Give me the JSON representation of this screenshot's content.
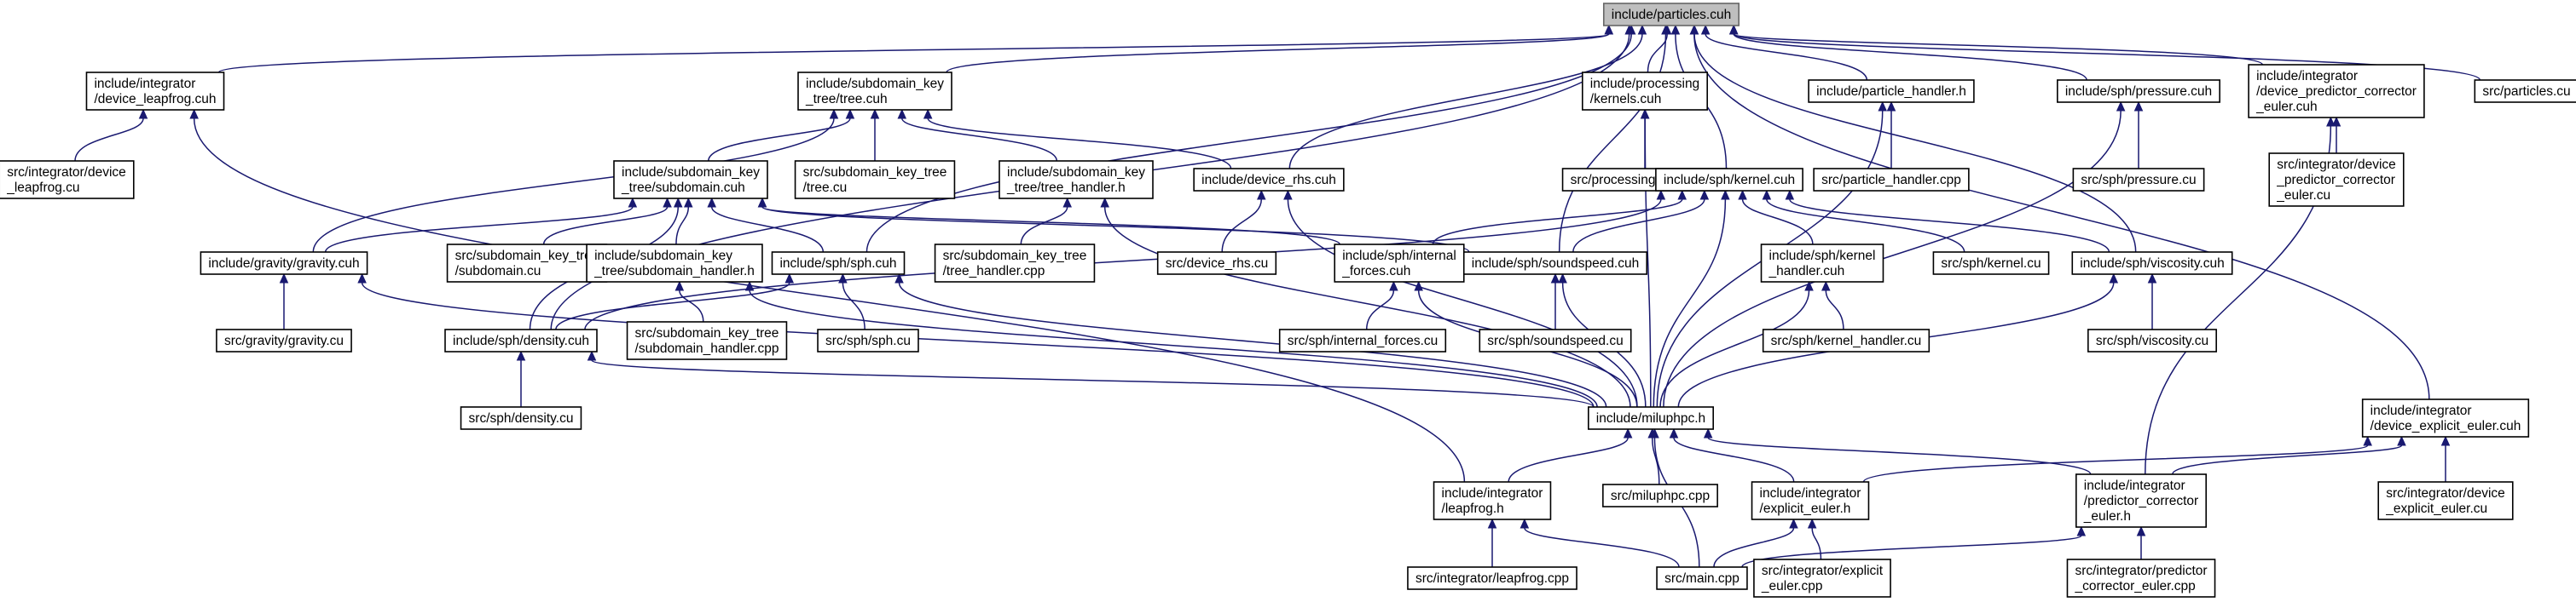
{
  "nodes": [
    {
      "id": "particles_cuh",
      "lines": [
        "include/particles.cuh"
      ],
      "root": true
    },
    {
      "id": "device_leapfrog_cuh",
      "lines": [
        "include/integrator",
        "/device_leapfrog.cuh"
      ]
    },
    {
      "id": "device_leapfrog_cu",
      "lines": [
        "src/integrator/device",
        "_leapfrog.cu"
      ]
    },
    {
      "id": "tree_cuh",
      "lines": [
        "include/subdomain_key",
        "_tree/tree.cuh"
      ]
    },
    {
      "id": "kernels_cuh",
      "lines": [
        "include/processing",
        "/kernels.cuh"
      ]
    },
    {
      "id": "particle_handler_h",
      "lines": [
        "include/particle_handler.h"
      ]
    },
    {
      "id": "pressure_cuh",
      "lines": [
        "include/sph/pressure.cuh"
      ]
    },
    {
      "id": "device_pc_euler_cuh",
      "lines": [
        "include/integrator",
        "/device_predictor_corrector",
        "_euler.cuh"
      ]
    },
    {
      "id": "particles_cu",
      "lines": [
        "src/particles.cu"
      ]
    },
    {
      "id": "subdomain_cuh",
      "lines": [
        "include/subdomain_key",
        "_tree/subdomain.cuh"
      ]
    },
    {
      "id": "tree_cu",
      "lines": [
        "src/subdomain_key_tree",
        "/tree.cu"
      ]
    },
    {
      "id": "tree_handler_h",
      "lines": [
        "include/subdomain_key",
        "_tree/tree_handler.h"
      ]
    },
    {
      "id": "device_rhs_cuh",
      "lines": [
        "include/device_rhs.cuh"
      ]
    },
    {
      "id": "kernels_cu",
      "lines": [
        "src/processing/kernels.cu"
      ]
    },
    {
      "id": "particle_handler_cpp",
      "lines": [
        "src/particle_handler.cpp"
      ]
    },
    {
      "id": "pressure_cu",
      "lines": [
        "src/sph/pressure.cu"
      ]
    },
    {
      "id": "device_pc_euler_cu",
      "lines": [
        "src/integrator/device",
        "_predictor_corrector",
        "_euler.cu"
      ]
    },
    {
      "id": "gravity_cuh",
      "lines": [
        "include/gravity/gravity.cuh"
      ]
    },
    {
      "id": "subdomain_cu",
      "lines": [
        "src/subdomain_key_tree",
        "/subdomain.cu"
      ]
    },
    {
      "id": "subdomain_handler_h",
      "lines": [
        "include/subdomain_key",
        "_tree/subdomain_handler.h"
      ]
    },
    {
      "id": "sph_cuh",
      "lines": [
        "include/sph/sph.cuh"
      ]
    },
    {
      "id": "tree_handler_cpp",
      "lines": [
        "src/subdomain_key_tree",
        "/tree_handler.cpp"
      ]
    },
    {
      "id": "device_rhs_cu",
      "lines": [
        "src/device_rhs.cu"
      ]
    },
    {
      "id": "kernel_cuh",
      "lines": [
        "include/sph/kernel.cuh"
      ]
    },
    {
      "id": "internal_forces_cuh",
      "lines": [
        "include/sph/internal",
        "_forces.cuh"
      ]
    },
    {
      "id": "soundspeed_cuh",
      "lines": [
        "include/sph/soundspeed.cuh"
      ]
    },
    {
      "id": "kernel_handler_cuh",
      "lines": [
        "include/sph/kernel",
        "_handler.cuh"
      ]
    },
    {
      "id": "kernel_cu",
      "lines": [
        "src/sph/kernel.cu"
      ]
    },
    {
      "id": "viscosity_cuh",
      "lines": [
        "include/sph/viscosity.cuh"
      ]
    },
    {
      "id": "gravity_cu",
      "lines": [
        "src/gravity/gravity.cu"
      ]
    },
    {
      "id": "density_cuh",
      "lines": [
        "include/sph/density.cuh"
      ]
    },
    {
      "id": "subdomain_handler_cpp",
      "lines": [
        "src/subdomain_key_tree",
        "/subdomain_handler.cpp"
      ]
    },
    {
      "id": "sph_cu",
      "lines": [
        "src/sph/sph.cu"
      ]
    },
    {
      "id": "internal_forces_cu",
      "lines": [
        "src/sph/internal_forces.cu"
      ]
    },
    {
      "id": "soundspeed_cu",
      "lines": [
        "src/sph/soundspeed.cu"
      ]
    },
    {
      "id": "kernel_handler_cu",
      "lines": [
        "src/sph/kernel_handler.cu"
      ]
    },
    {
      "id": "viscosity_cu",
      "lines": [
        "src/sph/viscosity.cu"
      ]
    },
    {
      "id": "density_cu",
      "lines": [
        "src/sph/density.cu"
      ]
    },
    {
      "id": "miluphpc_h",
      "lines": [
        "include/miluphpc.h"
      ]
    },
    {
      "id": "device_explicit_euler_cuh",
      "lines": [
        "include/integrator",
        "/device_explicit_euler.cuh"
      ]
    },
    {
      "id": "leapfrog_h",
      "lines": [
        "include/integrator",
        "/leapfrog.h"
      ]
    },
    {
      "id": "miluphpc_cpp",
      "lines": [
        "src/miluphpc.cpp"
      ]
    },
    {
      "id": "explicit_euler_h",
      "lines": [
        "include/integrator",
        "/explicit_euler.h"
      ]
    },
    {
      "id": "pc_euler_h",
      "lines": [
        "include/integrator",
        "/predictor_corrector",
        "_euler.h"
      ]
    },
    {
      "id": "device_explicit_euler_cu",
      "lines": [
        "src/integrator/device",
        "_explicit_euler.cu"
      ]
    },
    {
      "id": "leapfrog_cpp",
      "lines": [
        "src/integrator/leapfrog.cpp"
      ]
    },
    {
      "id": "main_cpp",
      "lines": [
        "src/main.cpp"
      ]
    },
    {
      "id": "explicit_euler_cpp",
      "lines": [
        "src/integrator/explicit",
        "_euler.cpp"
      ]
    },
    {
      "id": "pc_euler_cpp",
      "lines": [
        "src/integrator/predictor",
        "_corrector_euler.cpp"
      ]
    }
  ],
  "edges": [
    [
      "particles_cuh",
      "device_leapfrog_cuh"
    ],
    [
      "particles_cuh",
      "tree_cuh"
    ],
    [
      "particles_cuh",
      "kernels_cuh"
    ],
    [
      "particles_cuh",
      "particle_handler_h"
    ],
    [
      "particles_cuh",
      "pressure_cuh"
    ],
    [
      "particles_cuh",
      "device_pc_euler_cuh"
    ],
    [
      "particles_cuh",
      "particles_cu"
    ],
    [
      "particles_cuh",
      "device_rhs_cuh"
    ],
    [
      "particles_cuh",
      "kernel_cuh"
    ],
    [
      "particles_cuh",
      "soundspeed_cuh"
    ],
    [
      "particles_cuh",
      "viscosity_cuh"
    ],
    [
      "particles_cuh",
      "sph_cuh"
    ],
    [
      "particles_cuh",
      "density_cuh"
    ],
    [
      "particles_cuh",
      "device_explicit_euler_cuh"
    ],
    [
      "device_leapfrog_cuh",
      "device_leapfrog_cu"
    ],
    [
      "device_leapfrog_cuh",
      "leapfrog_h"
    ],
    [
      "tree_cuh",
      "subdomain_cuh"
    ],
    [
      "tree_cuh",
      "tree_cu"
    ],
    [
      "tree_cuh",
      "tree_handler_h"
    ],
    [
      "tree_cuh",
      "device_rhs_cuh"
    ],
    [
      "tree_cuh",
      "gravity_cuh"
    ],
    [
      "kernels_cuh",
      "kernels_cu"
    ],
    [
      "kernels_cuh",
      "miluphpc_h"
    ],
    [
      "particle_handler_h",
      "particle_handler_cpp"
    ],
    [
      "particle_handler_h",
      "miluphpc_h"
    ],
    [
      "pressure_cuh",
      "pressure_cu"
    ],
    [
      "pressure_cuh",
      "miluphpc_h"
    ],
    [
      "device_pc_euler_cuh",
      "device_pc_euler_cu"
    ],
    [
      "device_pc_euler_cuh",
      "pc_euler_h"
    ],
    [
      "subdomain_cuh",
      "gravity_cuh"
    ],
    [
      "subdomain_cuh",
      "subdomain_cu"
    ],
    [
      "subdomain_cuh",
      "subdomain_handler_h"
    ],
    [
      "subdomain_cuh",
      "sph_cuh"
    ],
    [
      "subdomain_cuh",
      "density_cuh"
    ],
    [
      "subdomain_cuh",
      "internal_forces_cuh"
    ],
    [
      "subdomain_cuh",
      "soundspeed_cuh"
    ],
    [
      "tree_handler_h",
      "tree_handler_cpp"
    ],
    [
      "tree_handler_h",
      "miluphpc_h"
    ],
    [
      "device_rhs_cuh",
      "device_rhs_cu"
    ],
    [
      "device_rhs_cuh",
      "miluphpc_h"
    ],
    [
      "gravity_cuh",
      "gravity_cu"
    ],
    [
      "gravity_cuh",
      "miluphpc_h"
    ],
    [
      "subdomain_handler_h",
      "subdomain_handler_cpp"
    ],
    [
      "subdomain_handler_h",
      "miluphpc_h"
    ],
    [
      "sph_cuh",
      "sph_cu"
    ],
    [
      "sph_cuh",
      "density_cuh"
    ],
    [
      "sph_cuh",
      "miluphpc_h"
    ],
    [
      "kernel_cuh",
      "internal_forces_cuh"
    ],
    [
      "kernel_cuh",
      "soundspeed_cuh"
    ],
    [
      "kernel_cuh",
      "kernel_handler_cuh"
    ],
    [
      "kernel_cuh",
      "kernel_cu"
    ],
    [
      "kernel_cuh",
      "viscosity_cuh"
    ],
    [
      "kernel_cuh",
      "density_cuh"
    ],
    [
      "kernel_cuh",
      "miluphpc_h"
    ],
    [
      "internal_forces_cuh",
      "internal_forces_cu"
    ],
    [
      "internal_forces_cuh",
      "miluphpc_h"
    ],
    [
      "soundspeed_cuh",
      "soundspeed_cu"
    ],
    [
      "soundspeed_cuh",
      "miluphpc_h"
    ],
    [
      "kernel_handler_cuh",
      "kernel_handler_cu"
    ],
    [
      "kernel_handler_cuh",
      "miluphpc_h"
    ],
    [
      "viscosity_cuh",
      "viscosity_cu"
    ],
    [
      "viscosity_cuh",
      "miluphpc_h"
    ],
    [
      "density_cuh",
      "density_cu"
    ],
    [
      "density_cuh",
      "miluphpc_h"
    ],
    [
      "miluphpc_h",
      "leapfrog_h"
    ],
    [
      "miluphpc_h",
      "miluphpc_cpp"
    ],
    [
      "miluphpc_h",
      "explicit_euler_h"
    ],
    [
      "miluphpc_h",
      "pc_euler_h"
    ],
    [
      "miluphpc_h",
      "main_cpp"
    ],
    [
      "device_explicit_euler_cuh",
      "device_explicit_euler_cu"
    ],
    [
      "device_explicit_euler_cuh",
      "explicit_euler_h"
    ],
    [
      "device_explicit_euler_cuh",
      "pc_euler_h"
    ],
    [
      "leapfrog_h",
      "leapfrog_cpp"
    ],
    [
      "leapfrog_h",
      "main_cpp"
    ],
    [
      "explicit_euler_h",
      "main_cpp"
    ],
    [
      "explicit_euler_h",
      "explicit_euler_cpp"
    ],
    [
      "pc_euler_h",
      "main_cpp"
    ],
    [
      "pc_euler_h",
      "pc_euler_cpp"
    ]
  ]
}
